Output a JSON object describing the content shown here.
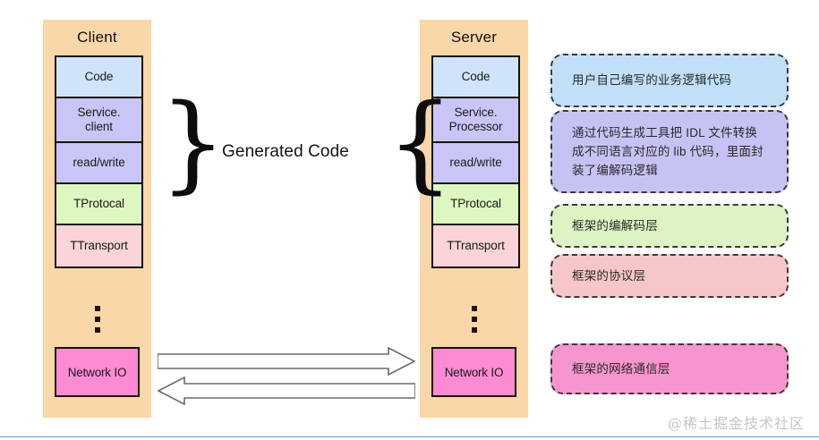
{
  "diagram": {
    "client": {
      "title": "Client",
      "layers": [
        {
          "label": "Code",
          "color": "#cfe4fb"
        },
        {
          "label": "Service.\nclient",
          "color": "#c9c6f7"
        },
        {
          "label": "read/write",
          "color": "#c9c6f7"
        },
        {
          "label": "TProtocal",
          "color": "#ddf7c0"
        },
        {
          "label": "TTransport",
          "color": "#fad4d8"
        }
      ],
      "network_io": "Network IO"
    },
    "server": {
      "title": "Server",
      "layers": [
        {
          "label": "Code",
          "color": "#cfe4fb"
        },
        {
          "label": "Service.\nProcessor",
          "color": "#c9c6f7"
        },
        {
          "label": "read/write",
          "color": "#c9c6f7"
        },
        {
          "label": "TProtocal",
          "color": "#ddf7c0"
        },
        {
          "label": "TTransport",
          "color": "#fad4d8"
        }
      ],
      "network_io": "Network IO"
    },
    "center": {
      "generated_code_label": "Generated Code",
      "brace_left": "}",
      "brace_right": "{"
    },
    "notes": [
      {
        "id": "note-code",
        "text": "用户自己编写的业务逻辑代码",
        "color": "#bfe0f7"
      },
      {
        "id": "note-generated",
        "text": "通过代码生成工具把 IDL 文件转换成不同语言对应的 lib 代码，里面封装了编解码逻辑",
        "color": "#c6c3f4"
      },
      {
        "id": "note-codec",
        "text": "框架的编解码层",
        "color": "#ddf3c4"
      },
      {
        "id": "note-protocol",
        "text": "框架的协议层",
        "color": "#f7c6c6"
      },
      {
        "id": "note-network",
        "text": "框架的网络通信层",
        "color": "#f795ce"
      }
    ],
    "watermark": "@稀土掘金技术社区",
    "colors": {
      "panel_background": "#fad7a8",
      "border": "#17110b",
      "network_io": "#fc8bd3",
      "bottom_rule": "#5b9bd0"
    }
  }
}
